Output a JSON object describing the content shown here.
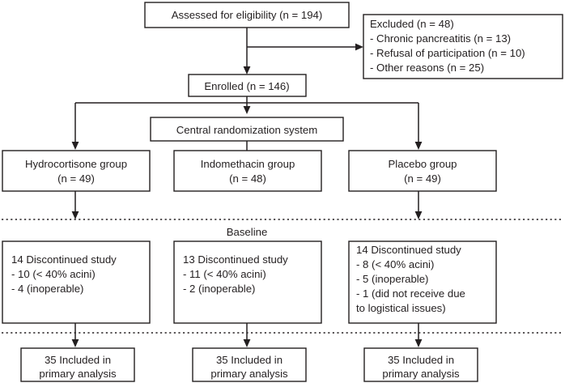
{
  "diagram": {
    "type": "consort-flow-diagram",
    "title_text": "",
    "colors": {
      "stroke": "#231f20",
      "box_fill": "#ffffff",
      "background": "#ffffff"
    },
    "phase_label": "Baseline",
    "nodes": {
      "assessed": {
        "lines": [
          "Assessed for eligibility (n = 194)"
        ],
        "n": 194
      },
      "excluded": {
        "lines": [
          "Excluded (n = 48)",
          " - Chronic pancreatitis (n = 13)",
          " - Refusal of participation (n = 10)",
          " - Other reasons (n = 25)"
        ],
        "n": 48
      },
      "enrolled": {
        "lines": [
          "Enrolled (n = 146)"
        ],
        "n": 146
      },
      "randomization": {
        "lines": [
          "Central randomization system"
        ]
      },
      "arm_hydrocortisone": {
        "lines": [
          "Hydrocortisone group",
          "(n = 49)"
        ],
        "n": 49
      },
      "arm_indomethacin": {
        "lines": [
          "Indomethacin group",
          "(n = 48)"
        ],
        "n": 48
      },
      "arm_placebo": {
        "lines": [
          "Placebo group",
          "(n = 49)"
        ],
        "n": 49
      },
      "disc_hydrocortisone": {
        "lines": [
          "14 Discontinued study",
          " - 10 (< 40% acini)",
          " - 4 (inoperable)"
        ],
        "n": 14
      },
      "disc_indomethacin": {
        "lines": [
          "13 Discontinued study",
          " - 11 (< 40% acini)",
          " - 2 (inoperable)"
        ],
        "n": 13
      },
      "disc_placebo": {
        "lines": [
          "14 Discontinued study",
          " - 8 (< 40% acini)",
          " - 5 (inoperable)",
          " - 1 (did not receive due",
          "      to logistical issues)"
        ],
        "n": 14
      },
      "analysis_hydrocortisone": {
        "lines": [
          "35 Included in",
          "primary analysis"
        ],
        "n": 35
      },
      "analysis_indomethacin": {
        "lines": [
          "35 Included in",
          "primary analysis"
        ],
        "n": 35
      },
      "analysis_placebo": {
        "lines": [
          "35 Included in",
          "primary analysis"
        ],
        "n": 35
      }
    }
  }
}
